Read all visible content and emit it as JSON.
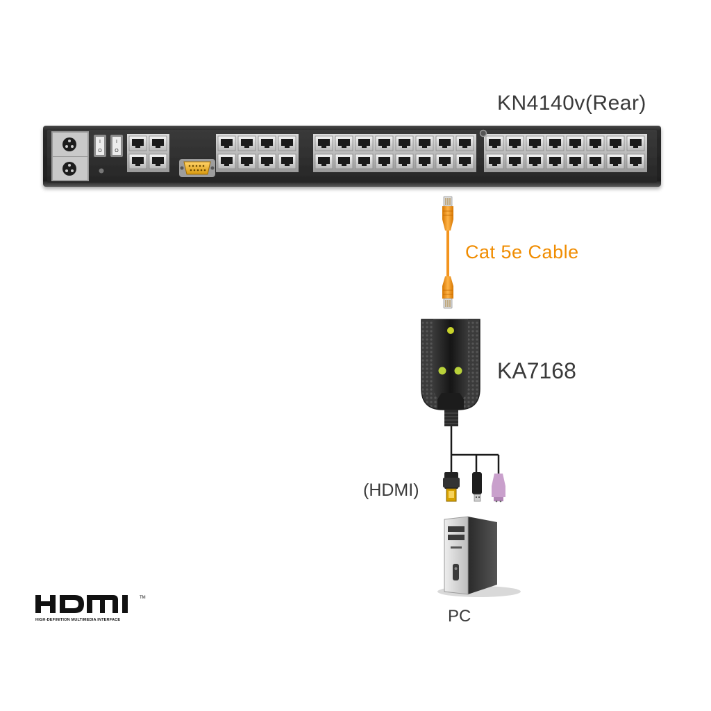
{
  "labels": {
    "switch_name": "KN4140v(Rear)",
    "cable_name": "Cat 5e Cable",
    "dongle_name": "KA7168",
    "video_port": "(HDMI)",
    "computer": "PC"
  },
  "logo": {
    "wordmark": "HDMI",
    "trademark": "TM",
    "tagline": "HIGH-DEFINITION MULTIMEDIA INTERFACE"
  },
  "switch": {
    "power_switch_marks": [
      "I",
      "O"
    ],
    "port_groups": [
      {
        "columns": 2,
        "rows": 2
      },
      {
        "columns": 4,
        "rows": 2
      },
      {
        "columns": 8,
        "rows": 2
      },
      {
        "columns": 8,
        "rows": 2
      }
    ]
  },
  "colors": {
    "cable": "#f3941e",
    "cable_label": "#f08c00",
    "panel": "#2b2b2b",
    "text": "#3a3a3a",
    "led": "#c8d32a",
    "ps2_connector": "#c9a0cc"
  },
  "icons": [
    "power-inlet-icon",
    "rj45-port-icon",
    "vga-port-icon",
    "hdmi-connector-icon",
    "usb-connector-icon",
    "ps2-connector-icon",
    "pc-tower-icon"
  ]
}
